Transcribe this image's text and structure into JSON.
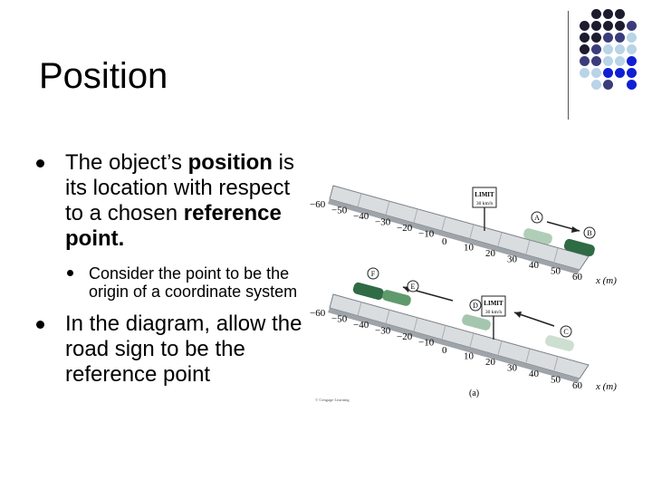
{
  "slide": {
    "title": "Position",
    "bullet1": {
      "pre": "The object’s ",
      "bold1": "position",
      "mid": " is its location with respect to a chosen ",
      "bold2": "reference point."
    },
    "sub_bullet": "Consider the point to be the origin of a coordinate system",
    "bullet2": "In the diagram, allow the road sign to be the reference point"
  },
  "figure": {
    "top_road": {
      "ticks_left": [
        "−60",
        "−50",
        "−40",
        "−30",
        "−20",
        "−10"
      ],
      "ticks_right": [
        "0",
        "10",
        "20",
        "30",
        "40",
        "50",
        "60"
      ],
      "axis_label": "x (m)",
      "sign_text": [
        "LIMIT",
        "30 km/h"
      ],
      "markers": [
        "A",
        "B"
      ]
    },
    "bottom_road": {
      "ticks_left": [
        "−60",
        "−50",
        "−40",
        "−30",
        "−20",
        "−10"
      ],
      "ticks_right": [
        "0",
        "10",
        "20",
        "30",
        "40",
        "50",
        "60"
      ],
      "axis_label": "x (m)",
      "sign_text": [
        "LIMIT",
        "30 km/h"
      ],
      "markers": [
        "F",
        "E",
        "D",
        "C"
      ]
    },
    "caption": "(a)",
    "credit": "© Cengage Learning"
  },
  "colors": {
    "dark": "#1c1c2e",
    "navy": "#3b3c7a",
    "light": "#b8d4e6",
    "blue": "#0f1fd4",
    "road": "#d9dde0",
    "car": "#5e9a6c"
  }
}
